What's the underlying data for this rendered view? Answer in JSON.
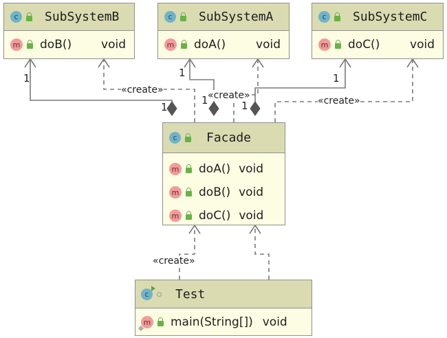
{
  "classes": {
    "subsystem_b": {
      "name": "SubSystemB",
      "kind_icon": "class-icon",
      "members": [
        {
          "name": "doB()",
          "type": "void"
        }
      ]
    },
    "subsystem_a": {
      "name": "SubSystemA",
      "kind_icon": "class-icon",
      "members": [
        {
          "name": "doA()",
          "type": "void"
        }
      ]
    },
    "subsystem_c": {
      "name": "SubSystemC",
      "kind_icon": "class-icon",
      "members": [
        {
          "name": "doC()",
          "type": "void"
        }
      ]
    },
    "facade": {
      "name": "Facade",
      "kind_icon": "class-icon",
      "members": [
        {
          "name": "doA()",
          "type": "void"
        },
        {
          "name": "doB()",
          "type": "void"
        },
        {
          "name": "doC()",
          "type": "void"
        }
      ]
    },
    "test": {
      "name": "Test",
      "kind_icon": "runnable-class-icon",
      "members": [
        {
          "name": "main(String[])",
          "type": "void"
        }
      ]
    }
  },
  "badges": {
    "class": "c",
    "method": "m"
  },
  "edge_labels": {
    "create_b": "«create»",
    "create_a": "«create»",
    "create_c": "«create»",
    "create_test": "«create»"
  },
  "multiplicities": {
    "b_target": "1",
    "b_source": "1",
    "a_target": "1",
    "a_source": "1",
    "c_target": "1",
    "c_source": "1"
  },
  "colors": {
    "header": "#dadbb1",
    "body": "#fdfde3",
    "border": "#8f8f8f",
    "edge": "#7a7a7a"
  }
}
